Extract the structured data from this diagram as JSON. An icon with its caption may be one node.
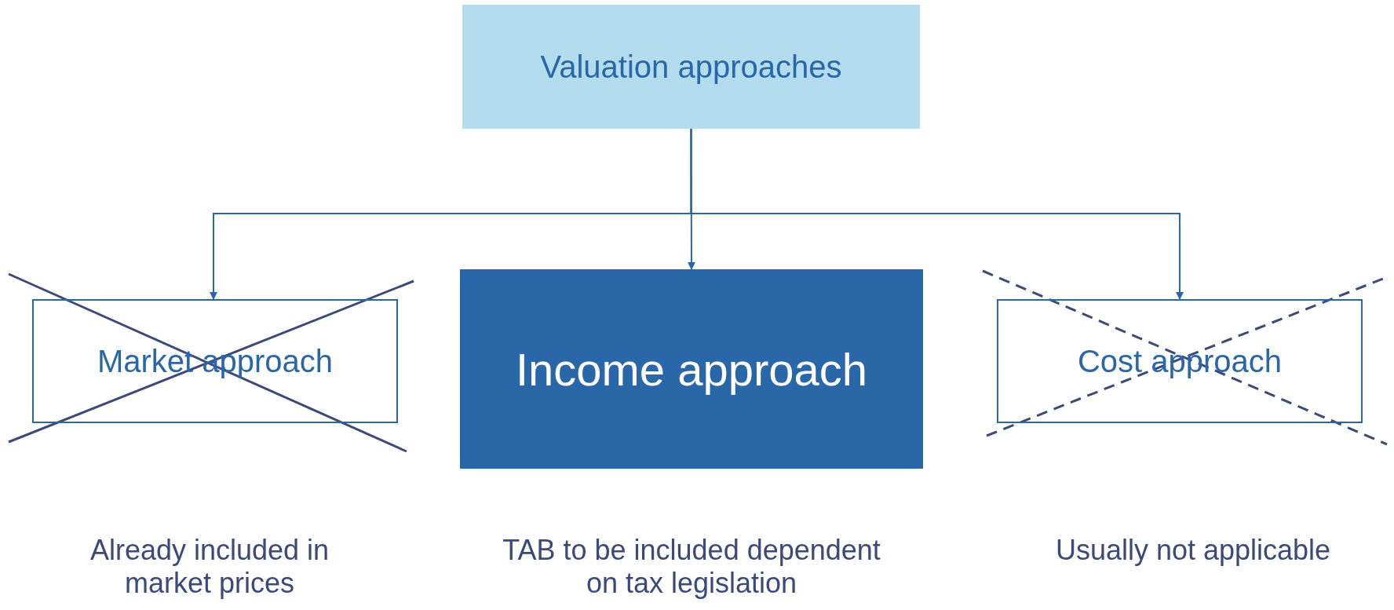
{
  "diagram": {
    "nodes": [
      {
        "text": [
          "Valuation approaches"
        ]
      },
      {
        "text": [
          "Market approach"
        ]
      },
      {
        "text": [
          "Income approach"
        ]
      },
      {
        "text": [
          "Cost approach"
        ]
      }
    ],
    "edges": [
      {
        "from": 0,
        "to": 1,
        "arrow": "to"
      },
      {
        "from": 0,
        "to": 2,
        "arrow": "to"
      },
      {
        "from": 0,
        "to": 3,
        "arrow": "to"
      }
    ],
    "labels": [
      "Already included in market prices",
      "TAB to be included dependent on tax legislation",
      "Usually not applicable"
    ]
  }
}
